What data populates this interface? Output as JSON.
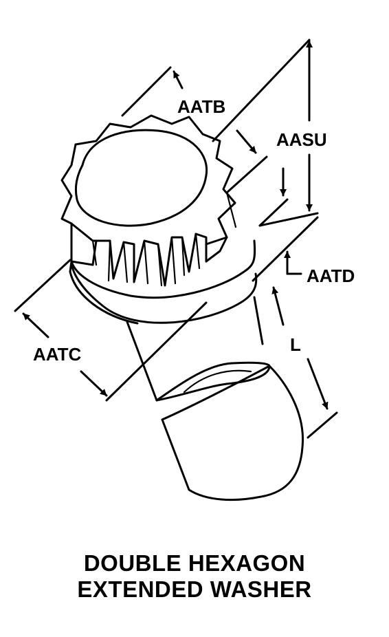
{
  "labels": {
    "aatb": "AATB",
    "aasu": "AASU",
    "aatd": "AATD",
    "aatc": "AATC",
    "l": "L"
  },
  "caption": {
    "line1": "DOUBLE HEXAGON",
    "line2": "EXTENDED WASHER"
  }
}
